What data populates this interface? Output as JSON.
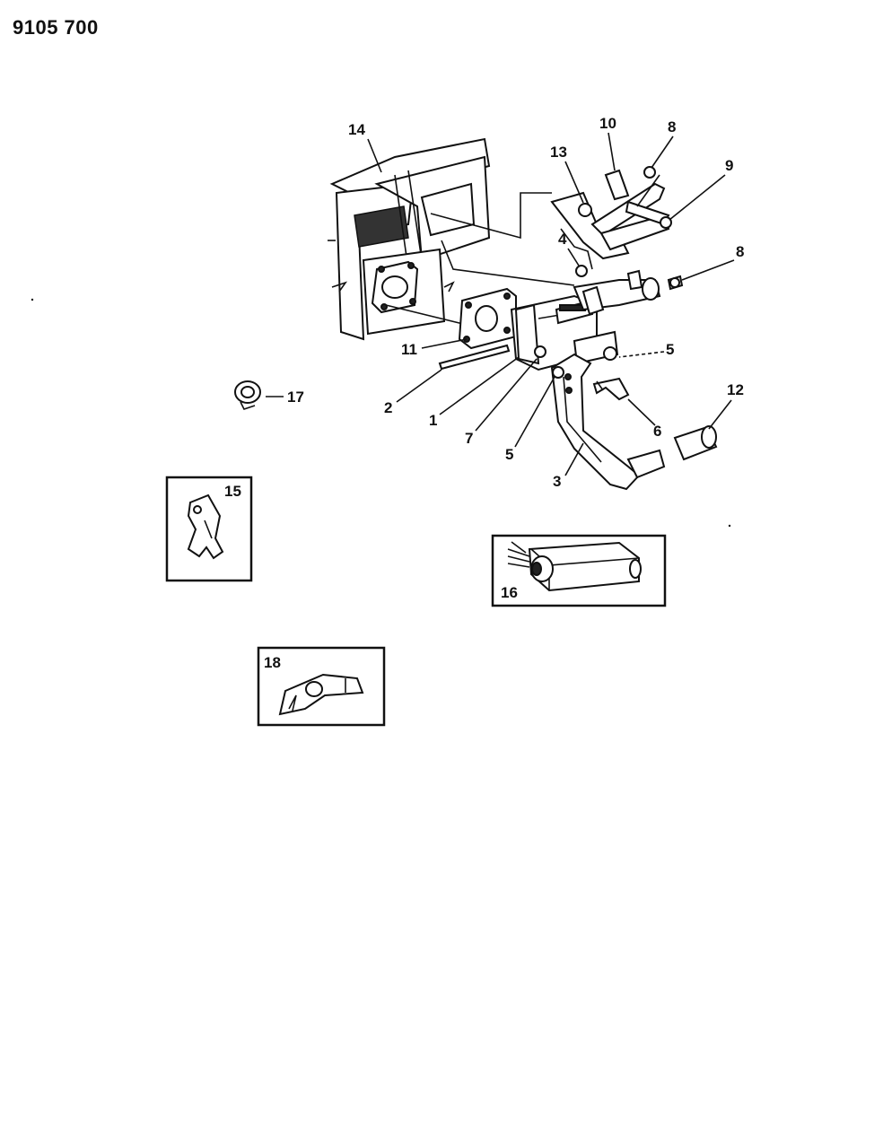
{
  "header": {
    "code": "9105 700"
  },
  "callouts": {
    "c1": "1",
    "c2": "2",
    "c3": "3",
    "c4": "4",
    "c5a": "5",
    "c5b": "5",
    "c6": "6",
    "c7": "7",
    "c8a": "8",
    "c8b": "8",
    "c9": "9",
    "c10": "10",
    "c11": "11",
    "c12": "12",
    "c13": "13",
    "c14": "14",
    "c15": "15",
    "c16": "16",
    "c17": "17",
    "c18": "18"
  },
  "icons": {
    "dashboard": "dashboard-panel-icon",
    "pedal": "brake-pedal-icon",
    "switch": "stop-lamp-switch-icon",
    "clip": "retainer-clip-icon",
    "bracket": "bracket-icon"
  }
}
